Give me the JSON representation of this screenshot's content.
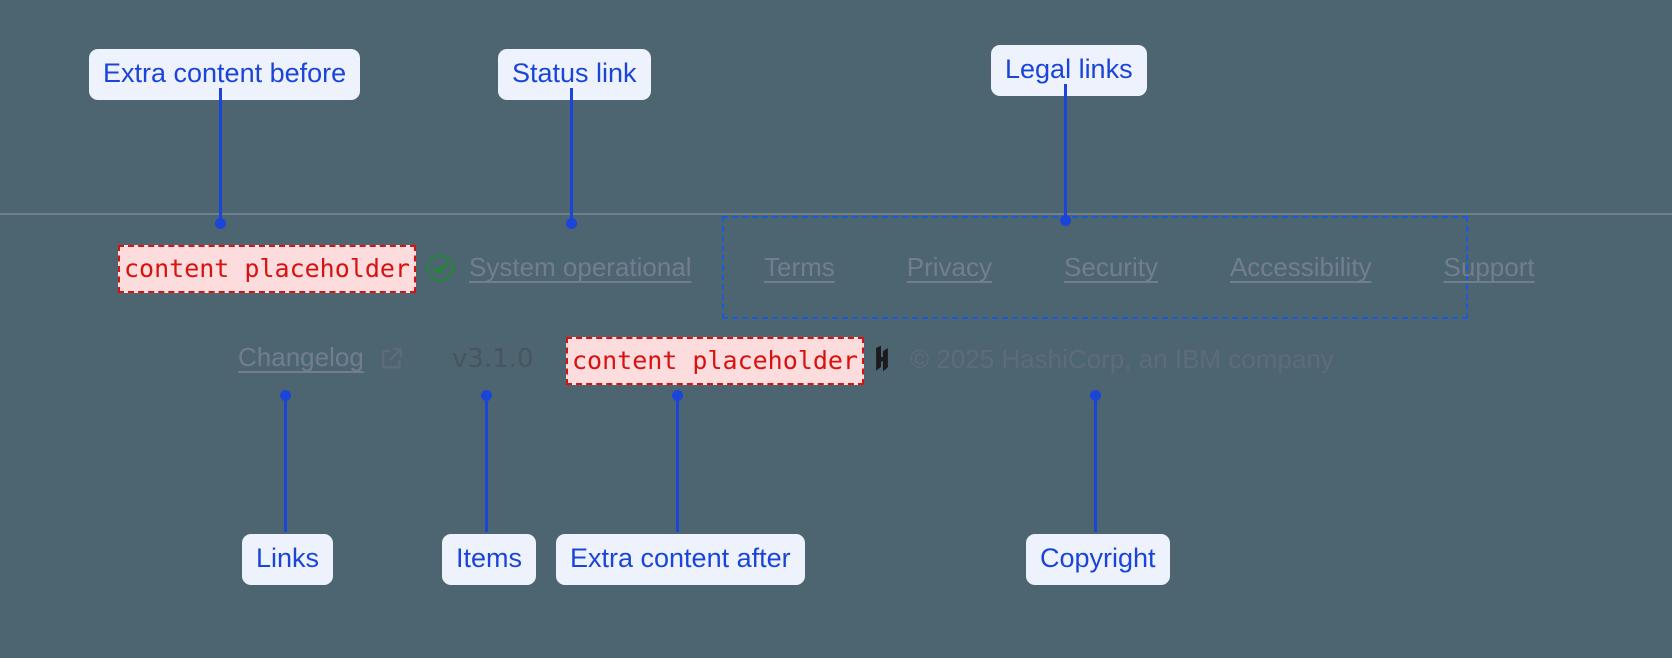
{
  "theme": {
    "page_bg": "#4c6570",
    "callout_bg": "#eef2fd",
    "callout_fg": "#1a45d8",
    "placeholder_fg": "#d81111",
    "placeholder_bg": "#fcdcdc",
    "status_ok": "#1a8f2a",
    "muted_link": "#737d92"
  },
  "annotations": [
    {
      "label": "Extra content before"
    },
    {
      "label": "Status link"
    },
    {
      "label": "Legal links"
    },
    {
      "label": "Links"
    },
    {
      "label": "Items"
    },
    {
      "label": "Extra content after"
    },
    {
      "label": "Copyright"
    }
  ],
  "footer": {
    "extra_before": {
      "text": "content placeholder"
    },
    "status": {
      "icon": "check-circle-icon",
      "label": "System operational"
    },
    "legal_links": [
      {
        "label": "Terms"
      },
      {
        "label": "Privacy"
      },
      {
        "label": "Security"
      },
      {
        "label": "Accessibility"
      },
      {
        "label": "Support"
      }
    ],
    "changelog": {
      "label": "Changelog",
      "icon": "external-link-icon"
    },
    "version": {
      "label": "v3.1.0"
    },
    "extra_after": {
      "text": "content placeholder"
    },
    "copyright": {
      "logo": "hashicorp-logo-icon",
      "text": "© 2025 HashiCorp, an IBM company"
    }
  }
}
